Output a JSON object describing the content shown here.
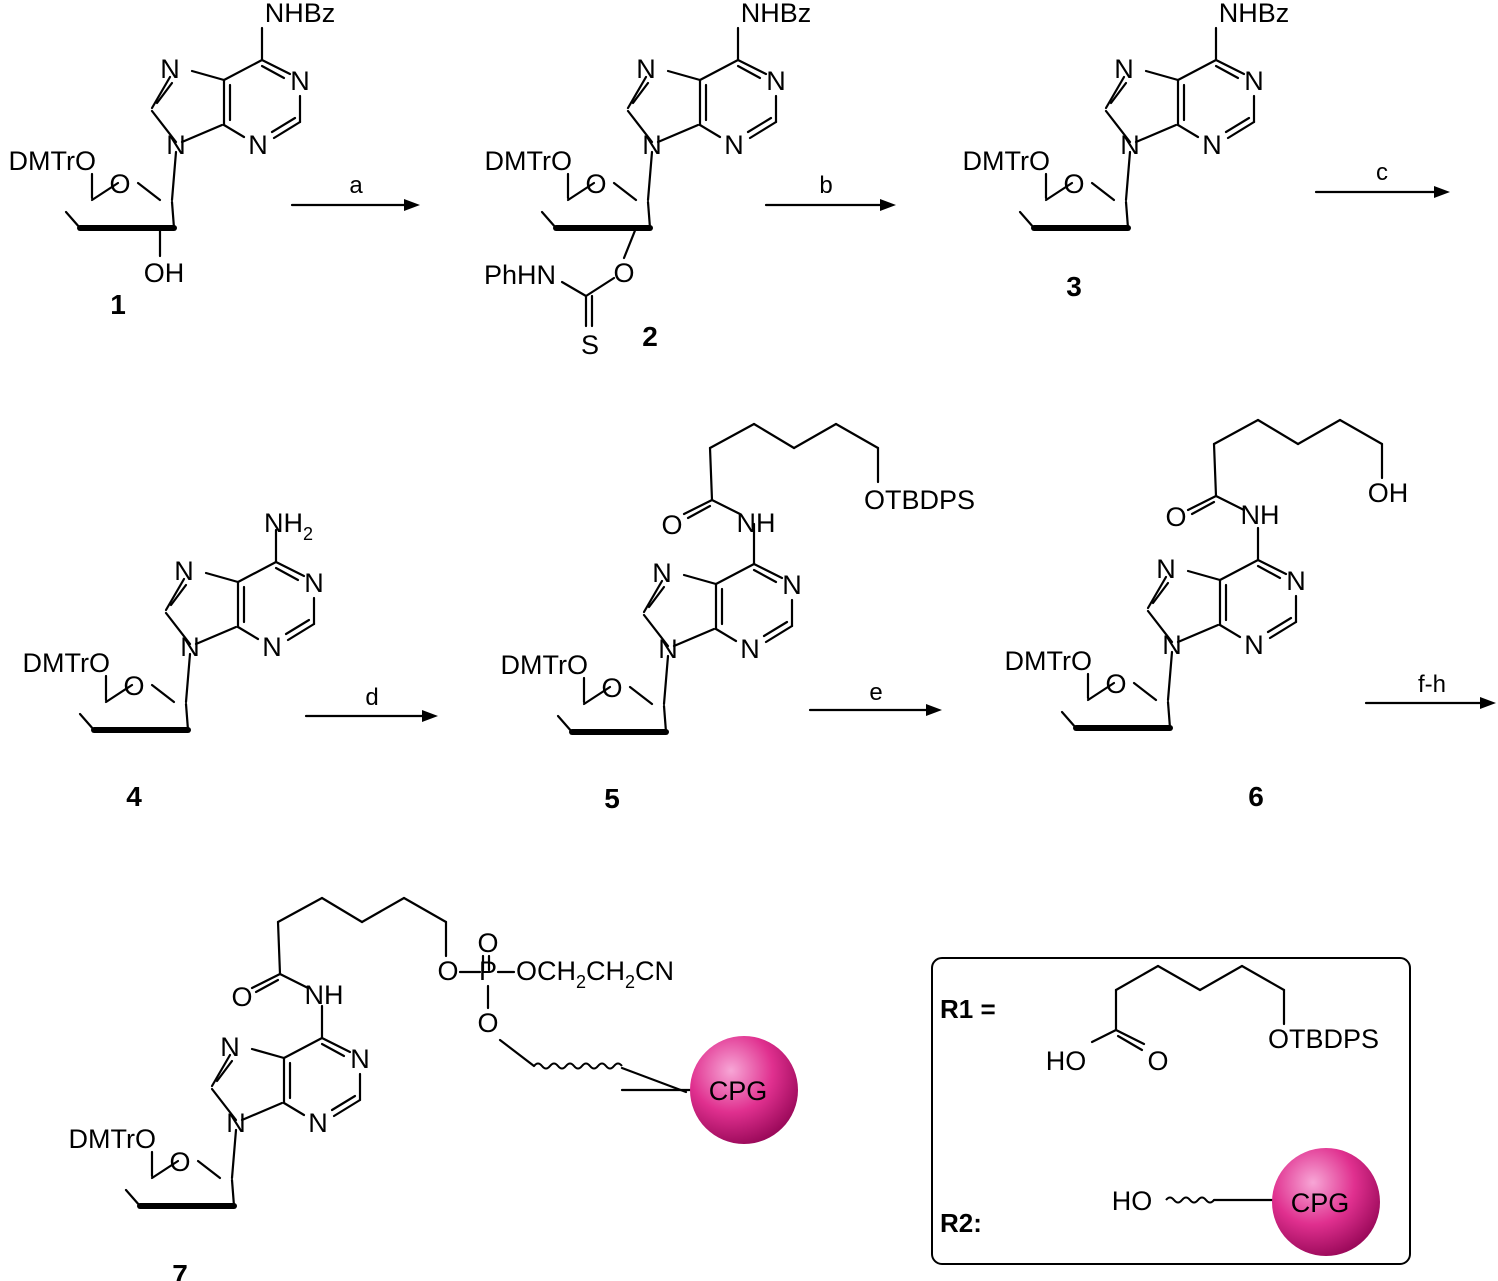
{
  "labels": {
    "NHBz": "NHBz",
    "NH2": "NH",
    "sub2": "2",
    "N": "N",
    "O": "O",
    "OH": "OH",
    "HO": "HO",
    "DMTrO": "DMTrO",
    "PhHN": "PhHN",
    "S": "S",
    "NH": "NH",
    "OTBDPS": "OTBDPS",
    "P": "P",
    "O_cyano": "OCH",
    "CH2": "CH",
    "CN": "CN",
    "CPG": "CPG"
  },
  "compounds": [
    "1",
    "2",
    "3",
    "4",
    "5",
    "6",
    "7"
  ],
  "conditions": [
    "a",
    "b",
    "c",
    "d",
    "e",
    "f-h"
  ],
  "legend": {
    "r1": "R1 =",
    "r2": "R2:"
  },
  "colors": {
    "cpg_light": "#f7a6d6",
    "cpg_mid": "#e0308f",
    "cpg_dark": "#9c0a5b",
    "bond": "#000000"
  }
}
